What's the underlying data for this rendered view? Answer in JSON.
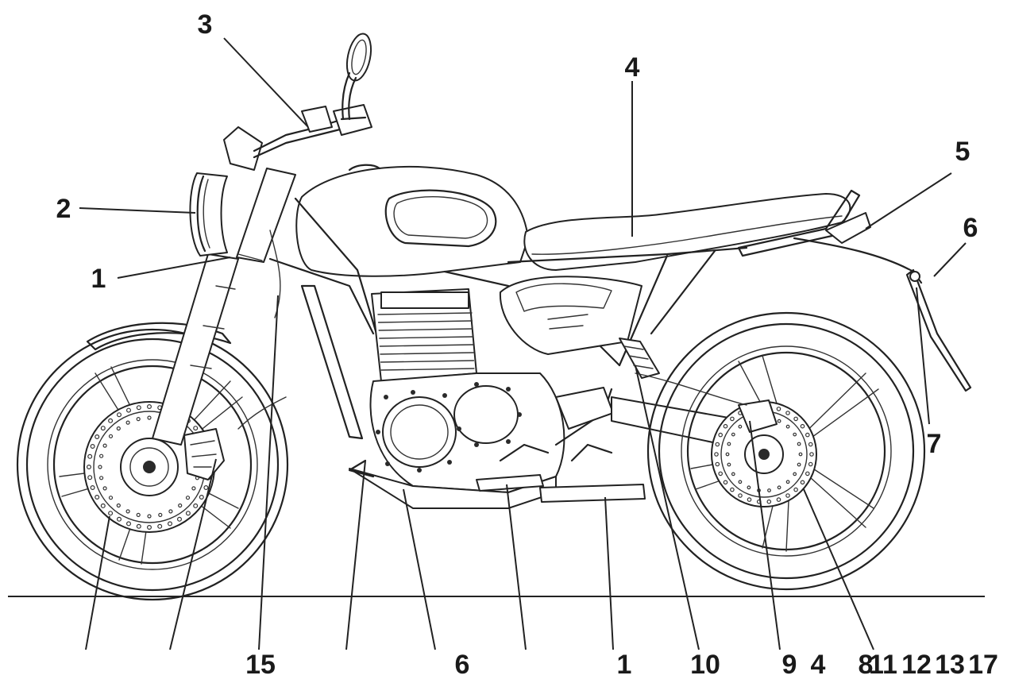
{
  "diagram": {
    "callouts_top": [
      {
        "id": "c3",
        "text": "3"
      },
      {
        "id": "c4",
        "text": "4"
      },
      {
        "id": "c5",
        "text": "5"
      },
      {
        "id": "c2",
        "text": "2"
      },
      {
        "id": "c6",
        "text": "6"
      },
      {
        "id": "c1",
        "text": "1"
      },
      {
        "id": "c7",
        "text": "7"
      }
    ],
    "callouts_bottom": [
      {
        "id": "b15",
        "text": "15"
      },
      {
        "id": "b6",
        "text": "6"
      },
      {
        "id": "b1",
        "text": "1"
      },
      {
        "id": "b10",
        "text": "10"
      },
      {
        "id": "b9",
        "text": "9"
      },
      {
        "id": "b4",
        "text": "4"
      },
      {
        "id": "b8",
        "text": "8"
      },
      {
        "id": "b11",
        "text": "11"
      },
      {
        "id": "b12",
        "text": "12"
      },
      {
        "id": "b13",
        "text": "13"
      },
      {
        "id": "b17",
        "text": "17"
      }
    ]
  }
}
